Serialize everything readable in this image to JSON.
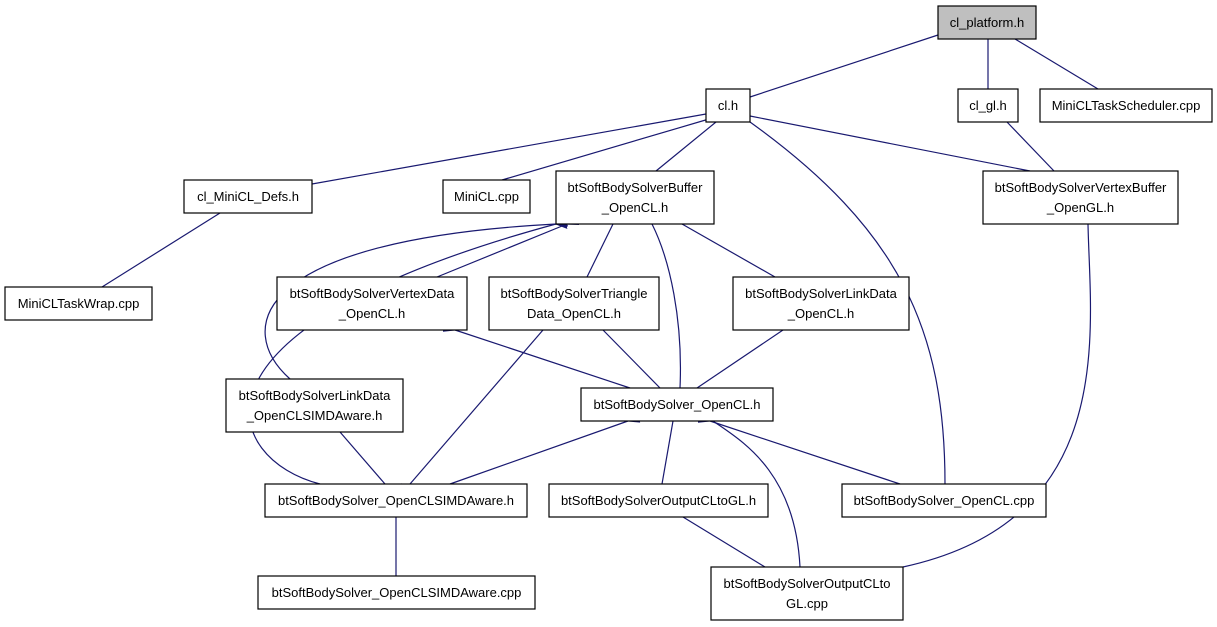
{
  "colors": {
    "edge": "#191970",
    "node_fill": "#ffffff",
    "root_fill": "#bfbfbf",
    "border": "#000000"
  },
  "nodes": [
    {
      "id": "cl_platform",
      "lines": [
        "cl_platform.h"
      ],
      "highlight": true
    },
    {
      "id": "cl_h",
      "lines": [
        "cl.h"
      ]
    },
    {
      "id": "cl_gl_h",
      "lines": [
        "cl_gl.h"
      ]
    },
    {
      "id": "miniclts",
      "lines": [
        "MiniCLTaskScheduler.cpp"
      ]
    },
    {
      "id": "cl_minicl_defs",
      "lines": [
        "cl_MiniCL_Defs.h"
      ]
    },
    {
      "id": "minicl_cpp",
      "lines": [
        "MiniCL.cpp"
      ]
    },
    {
      "id": "buffer_ocl",
      "lines": [
        "btSoftBodySolverBuffer",
        "_OpenCL.h"
      ]
    },
    {
      "id": "vbuf_ogl",
      "lines": [
        "btSoftBodySolverVertexBuffer",
        "_OpenGL.h"
      ]
    },
    {
      "id": "miniclwrap",
      "lines": [
        "MiniCLTaskWrap.cpp"
      ]
    },
    {
      "id": "vdata_ocl",
      "lines": [
        "btSoftBodySolverVertexData",
        "_OpenCL.h"
      ]
    },
    {
      "id": "tdata_ocl",
      "lines": [
        "btSoftBodySolverTriangle",
        "Data_OpenCL.h"
      ]
    },
    {
      "id": "ldata_ocl",
      "lines": [
        "btSoftBodySolverLinkData",
        "_OpenCL.h"
      ]
    },
    {
      "id": "ldata_simd",
      "lines": [
        "btSoftBodySolverLinkData",
        "_OpenCLSIMDAware.h"
      ]
    },
    {
      "id": "solver_ocl_h",
      "lines": [
        "btSoftBodySolver_OpenCL.h"
      ]
    },
    {
      "id": "solver_simd_h",
      "lines": [
        "btSoftBodySolver_OpenCLSIMDAware.h"
      ]
    },
    {
      "id": "outclgl_h",
      "lines": [
        "btSoftBodySolverOutputCLtoGL.h"
      ]
    },
    {
      "id": "solver_ocl_cpp",
      "lines": [
        "btSoftBodySolver_OpenCL.cpp"
      ]
    },
    {
      "id": "solver_simd_cpp",
      "lines": [
        "btSoftBodySolver_OpenCLSIMDAware.cpp"
      ]
    },
    {
      "id": "outclgl_cpp",
      "lines": [
        "btSoftBodySolverOutputCLto",
        "GL.cpp"
      ]
    }
  ],
  "edges": [
    {
      "from": "cl_h",
      "to": "cl_platform"
    },
    {
      "from": "cl_gl_h",
      "to": "cl_platform"
    },
    {
      "from": "miniclts",
      "to": "cl_platform"
    },
    {
      "from": "cl_minicl_defs",
      "to": "cl_h"
    },
    {
      "from": "minicl_cpp",
      "to": "cl_h"
    },
    {
      "from": "buffer_ocl",
      "to": "cl_h"
    },
    {
      "from": "vbuf_ogl",
      "to": "cl_h"
    },
    {
      "from": "solver_ocl_cpp",
      "to": "cl_h"
    },
    {
      "from": "vbuf_ogl",
      "to": "cl_gl_h"
    },
    {
      "from": "miniclwrap",
      "to": "cl_minicl_defs"
    },
    {
      "from": "vdata_ocl",
      "to": "buffer_ocl"
    },
    {
      "from": "tdata_ocl",
      "to": "buffer_ocl"
    },
    {
      "from": "ldata_ocl",
      "to": "buffer_ocl"
    },
    {
      "from": "ldata_simd",
      "to": "buffer_ocl"
    },
    {
      "from": "solver_ocl_h",
      "to": "buffer_ocl"
    },
    {
      "from": "solver_simd_h",
      "to": "buffer_ocl"
    },
    {
      "from": "outclgl_cpp",
      "to": "vbuf_ogl"
    },
    {
      "from": "solver_ocl_h",
      "to": "vdata_ocl"
    },
    {
      "from": "solver_simd_h",
      "to": "vdata_ocl"
    },
    {
      "from": "solver_ocl_h",
      "to": "tdata_ocl"
    },
    {
      "from": "solver_simd_h",
      "to": "tdata_ocl"
    },
    {
      "from": "solver_ocl_h",
      "to": "ldata_ocl"
    },
    {
      "from": "solver_simd_h",
      "to": "ldata_simd"
    },
    {
      "from": "solver_simd_h",
      "to": "solver_ocl_h"
    },
    {
      "from": "outclgl_h",
      "to": "solver_ocl_h"
    },
    {
      "from": "solver_ocl_cpp",
      "to": "solver_ocl_h"
    },
    {
      "from": "outclgl_cpp",
      "to": "solver_ocl_h"
    },
    {
      "from": "solver_simd_cpp",
      "to": "solver_simd_h"
    },
    {
      "from": "outclgl_cpp",
      "to": "outclgl_h"
    }
  ]
}
